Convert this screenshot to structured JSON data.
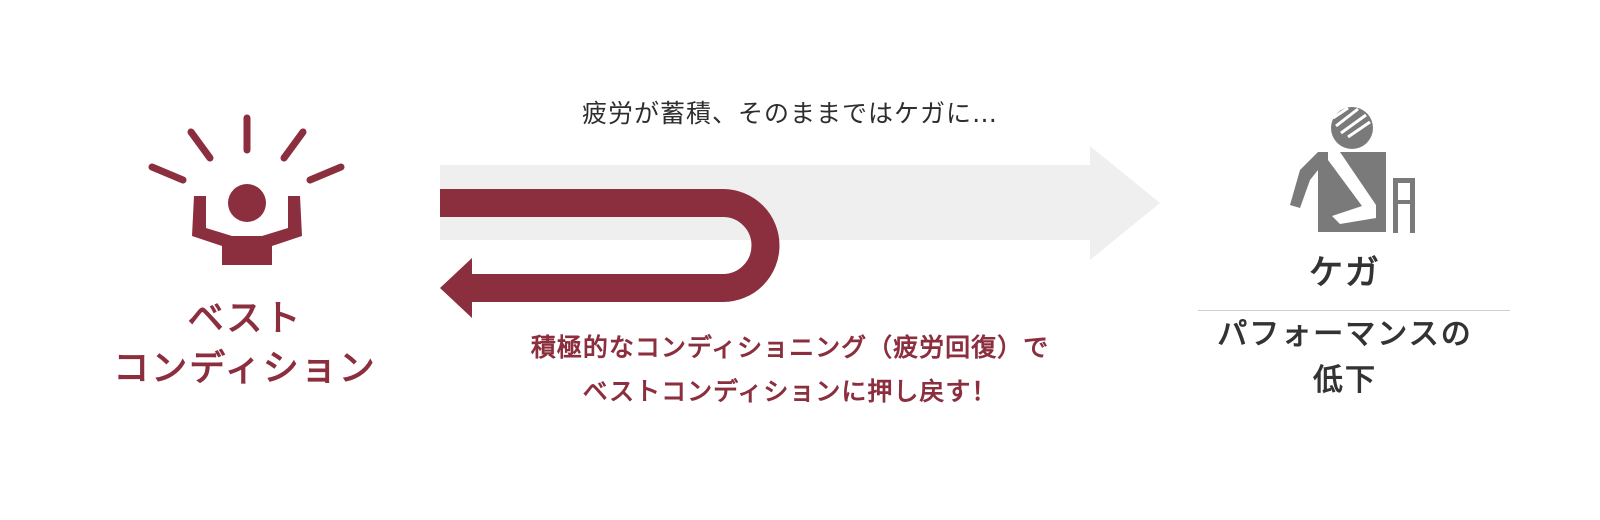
{
  "left": {
    "label_line1": "ベスト",
    "label_line2": "コンディション",
    "icon": "cheering-person-icon",
    "color": "#8b2e3e"
  },
  "top_caption": "疲労が蓄積、そのままではケガに…",
  "bottom_caption": {
    "line1": "積極的なコンディショニング（疲労回復）で",
    "line2": "ベストコンディションに押し戻す！",
    "color": "#8b2e3e"
  },
  "right": {
    "label": "ケガ",
    "sub_line1": "パフォーマンスの",
    "sub_line2": "低下",
    "icon": "injured-person-icon",
    "color": "#7a7a7a"
  },
  "arrows": {
    "forward_color": "#efefef",
    "return_color": "#8b2e3e"
  }
}
